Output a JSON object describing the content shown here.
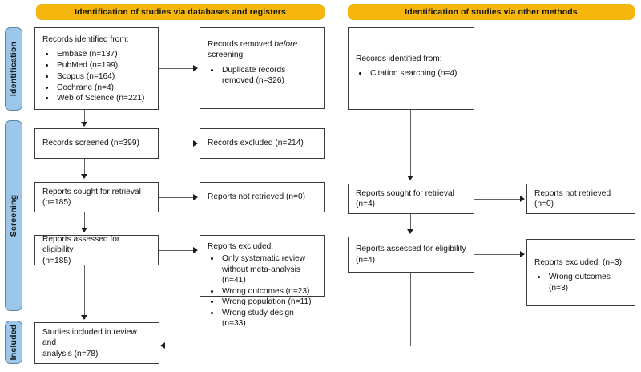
{
  "diagram": {
    "title": "PRISMA 2020 flow diagram",
    "colors": {
      "banner": "#F5B60D",
      "phase_pill": "#9DC7EA",
      "phase_border": "#5B86A8",
      "box_border": "#3a3a3a",
      "connector": "#5f5f5f"
    }
  },
  "phases": [
    {
      "label": "Identification"
    },
    {
      "label": "Screening"
    },
    {
      "label": "Included"
    }
  ],
  "banners": [
    {
      "label": "Identification of studies via databases and registers"
    },
    {
      "label": "Identification of studies via other methods"
    }
  ],
  "left_column": {
    "records_identified": {
      "heading": "Records identified from:",
      "items": [
        "Embase (n=137)",
        "PubMed (n=199)",
        "Scopus (n=164)",
        "Cochrane (n=4)",
        "Web of Science (n=221)"
      ]
    },
    "records_removed": {
      "heading_part1": "Records removed ",
      "heading_em": "before",
      "heading_part2": " screening:",
      "items": [
        "Duplicate records removed (n=326)"
      ]
    },
    "records_screened": {
      "label": "Records screened (n=399)"
    },
    "records_excluded": {
      "label": "Records excluded (n=214)"
    },
    "reports_sought": {
      "line1": "Reports sought for retrieval",
      "line2": "(n=185)"
    },
    "reports_not_retrieved": {
      "label": "Reports not retrieved (n=0)"
    },
    "reports_assessed": {
      "line1": "Reports assessed for eligibility",
      "line2": "(n=185)"
    },
    "reports_excluded": {
      "heading": "Reports excluded:",
      "items": [
        "Only systematic review without meta-analysis (n=41)",
        "Wrong outcomes (n=23)",
        "Wrong population (n=11)",
        "Wrong study design (n=33)"
      ]
    }
  },
  "right_column": {
    "records_identified": {
      "heading": "Records identified from:",
      "items": [
        "Citation searching (n=4)"
      ]
    },
    "reports_sought": {
      "line1": "Reports sought for retrieval",
      "line2": "(n=4)"
    },
    "reports_not_retrieved": {
      "label": "Reports not retrieved (n=0)"
    },
    "reports_assessed": {
      "line1": "Reports assessed for eligibility",
      "line2": "(n=4)"
    },
    "reports_excluded": {
      "heading": "Reports excluded: (n=3)",
      "items": [
        "Wrong outcomes (n=3)"
      ]
    }
  },
  "included": {
    "line1": "Studies included in review and",
    "line2": "analysis (n=78)"
  }
}
